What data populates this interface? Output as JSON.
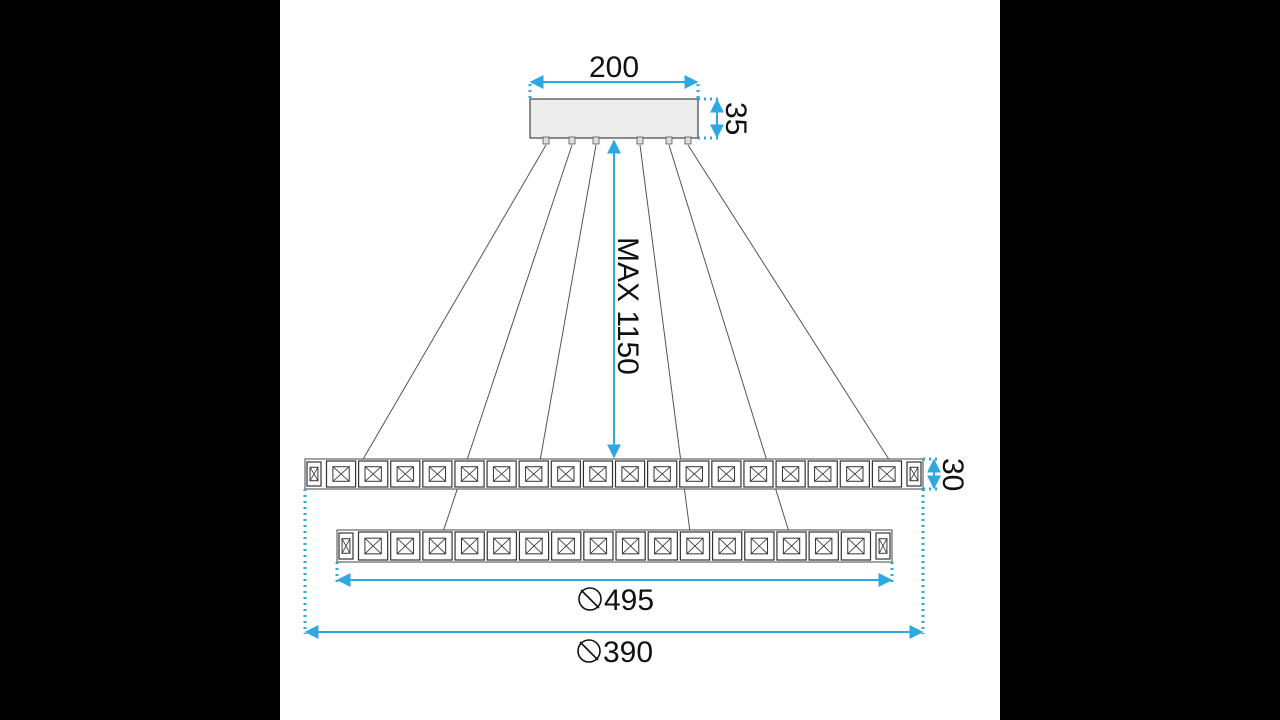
{
  "dimensions": {
    "canopy_width": "200",
    "canopy_height": "35",
    "max_height": "MAX 1150",
    "ring_height": "30",
    "inner_diameter": "495",
    "outer_diameter": "390"
  },
  "colors": {
    "dimension_line": "#2ea8e0",
    "background": "#ffffff",
    "frame": "#000000"
  }
}
